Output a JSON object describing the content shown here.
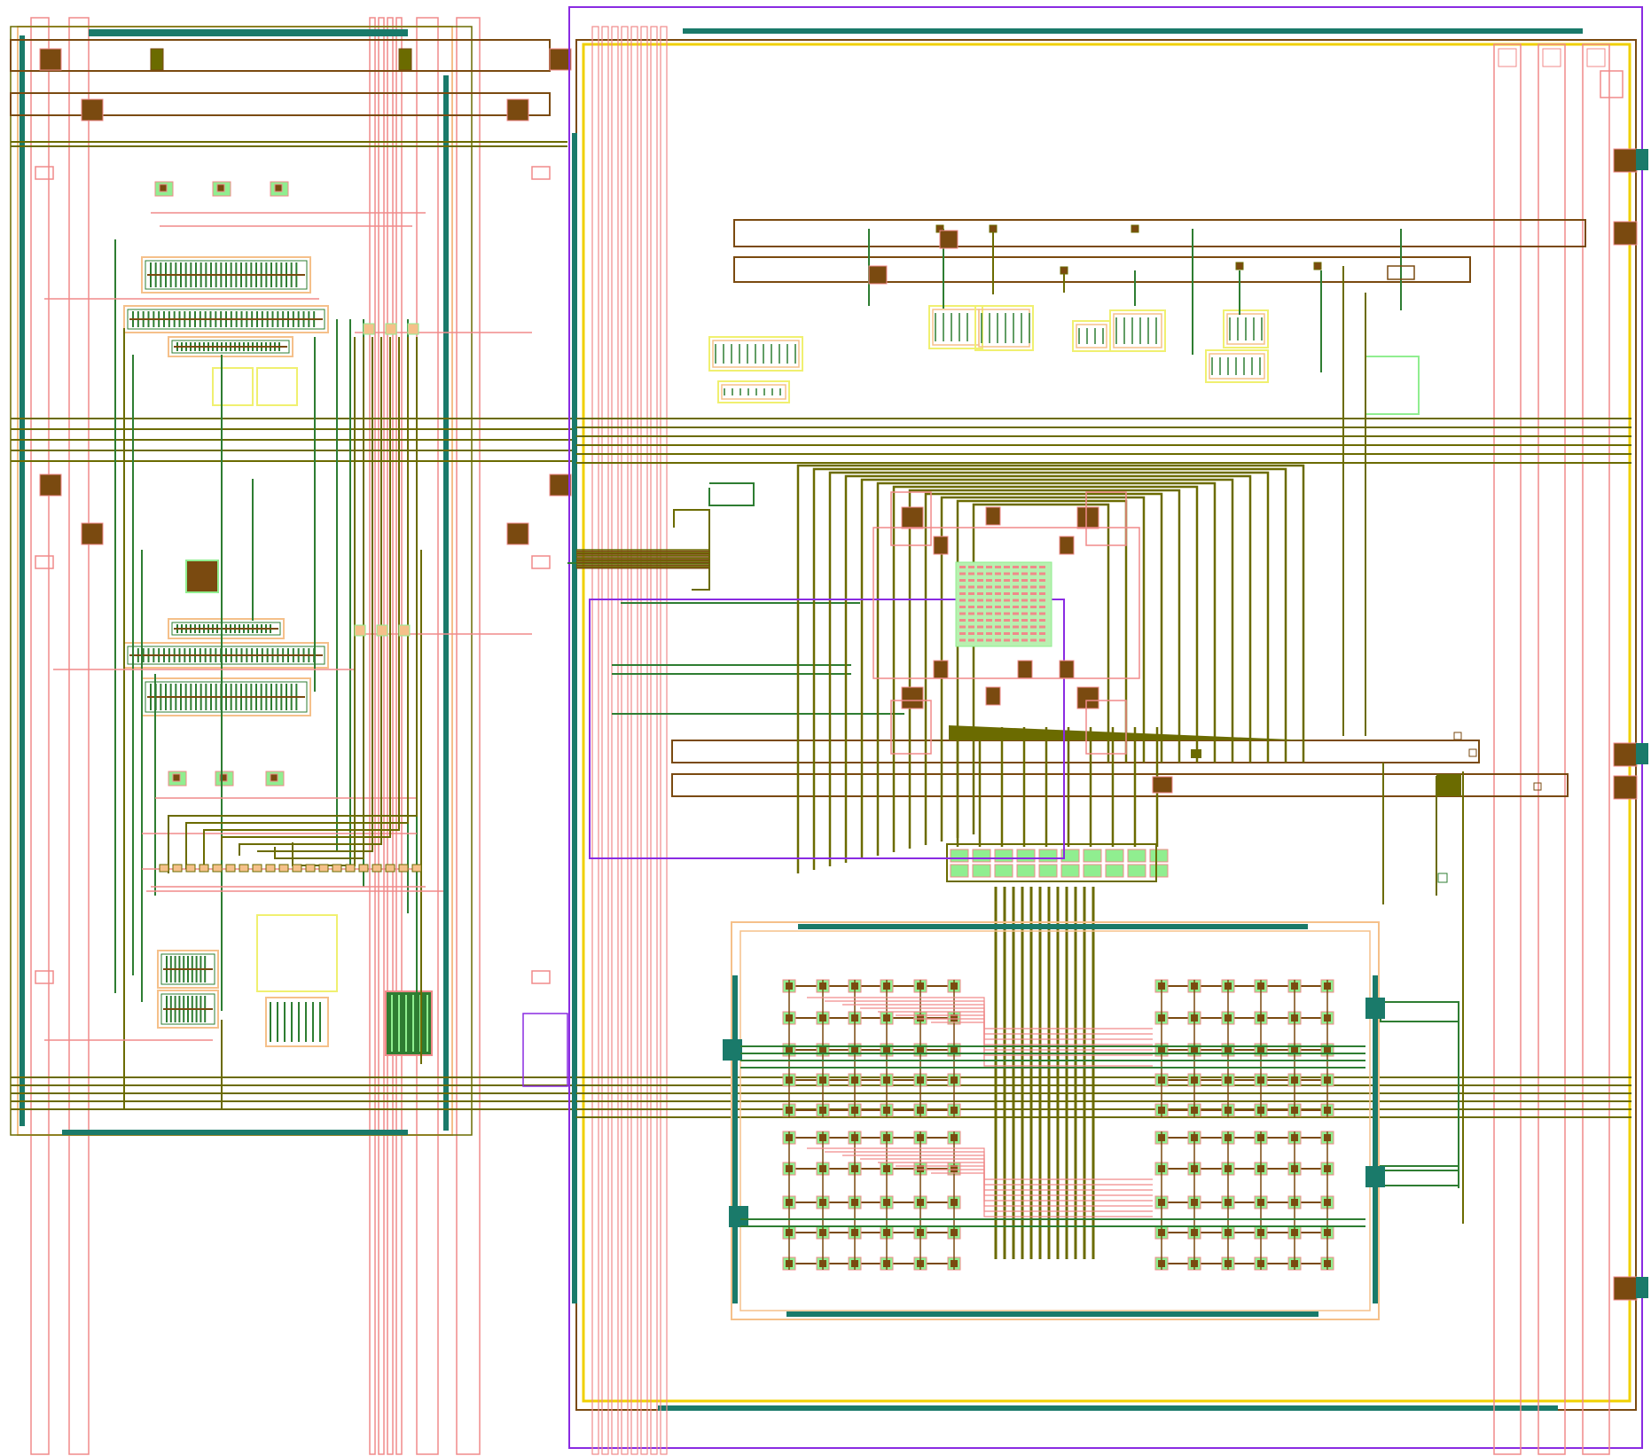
{
  "layers": {
    "metal1": "#2e7d32",
    "metal2": "#6b6b00",
    "metal3": "#7a4a10",
    "poly": "#f08a8a",
    "diffusion": "#90ee90",
    "nwell": "#f5c08a",
    "boundary": "#8a2be2",
    "power_rail": "#1a7a6a",
    "top_ring": "#f0d000",
    "contact": "#7a4a10",
    "well_outline": "#f0f070"
  },
  "blocks": {
    "left_column": "left-analog-column",
    "right_region": "right-digital-region",
    "sub_region": "center-sub-region",
    "array": "cell-array"
  }
}
